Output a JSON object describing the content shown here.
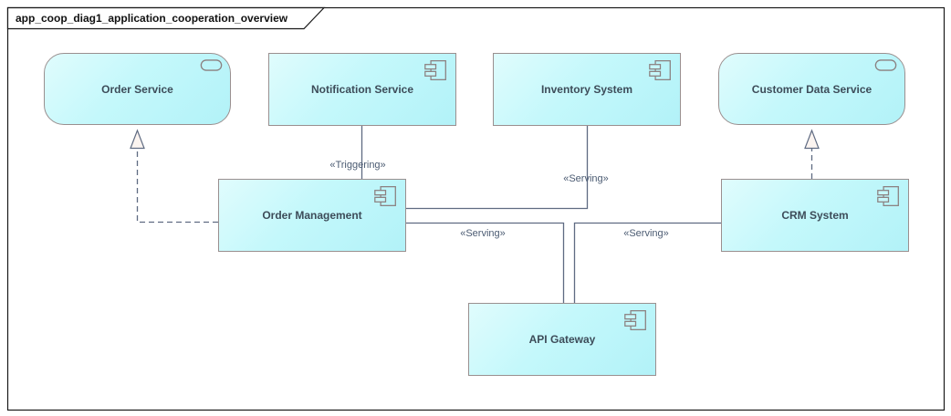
{
  "diagram": {
    "title": "app_coop_diag1_application_cooperation_overview"
  },
  "nodes": [
    {
      "id": "order-service",
      "label": "Order Service",
      "type": "application-service",
      "icon": "service-pill-icon"
    },
    {
      "id": "notification-service",
      "label": "Notification Service",
      "type": "application-component",
      "icon": "component-icon"
    },
    {
      "id": "inventory-system",
      "label": "Inventory System",
      "type": "application-component",
      "icon": "component-icon"
    },
    {
      "id": "customer-data-service",
      "label": "Customer Data Service",
      "type": "application-service",
      "icon": "service-pill-icon"
    },
    {
      "id": "order-management",
      "label": "Order Management",
      "type": "application-component",
      "icon": "component-icon"
    },
    {
      "id": "crm-system",
      "label": "CRM System",
      "type": "application-component",
      "icon": "component-icon"
    },
    {
      "id": "api-gateway",
      "label": "API Gateway",
      "type": "application-component",
      "icon": "component-icon"
    }
  ],
  "connectors": [
    {
      "from": "Notification Service",
      "to": "Order Management",
      "label": "«Triggering»",
      "line": "solid",
      "arrowhead": "none"
    },
    {
      "from": "Inventory System",
      "to": "Order Management",
      "label": "«Serving»",
      "line": "solid",
      "arrowhead": "none"
    },
    {
      "from": "Order Management",
      "to": "API Gateway",
      "label": "«Serving»",
      "line": "solid",
      "arrowhead": "none"
    },
    {
      "from": "CRM System",
      "to": "API Gateway",
      "label": "«Serving»",
      "line": "solid",
      "arrowhead": "none"
    },
    {
      "from": "Order Management",
      "to": "Order Service",
      "label": "",
      "line": "dashed",
      "arrowhead": "hollow-triangle"
    },
    {
      "from": "CRM System",
      "to": "Customer Data Service",
      "label": "",
      "line": "dashed",
      "arrowhead": "hollow-triangle"
    }
  ],
  "colors": {
    "node_fill": "#c4f8fb",
    "node_border": "#9a8f8f",
    "node_text": "#3d4c59",
    "connector_line": "#5f6b82",
    "connector_text": "#4b5b72",
    "triangle_fill": "#fbf4f0",
    "frame_border": "#000000"
  }
}
